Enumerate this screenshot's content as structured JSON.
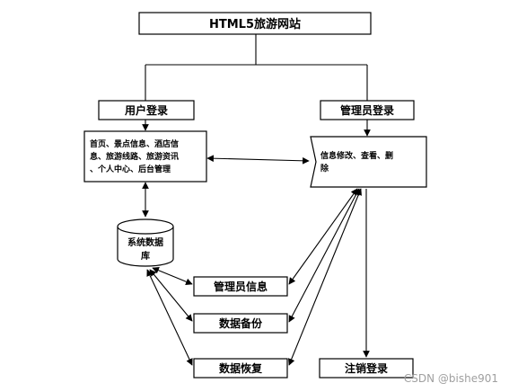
{
  "nodes": {
    "root": "HTML5旅游网站",
    "user_login": "用户登录",
    "admin_login": "管理员登录",
    "user_features_line1": "首页、景点信息、酒店信",
    "user_features_line2": "息、旅游线路、旅游资讯",
    "user_features_line3": "、个人中心、后台管理",
    "admin_ops_line1": "信息修改、查看、删",
    "admin_ops_line2": "除",
    "database_line1": "系统数据",
    "database_line2": "库",
    "admin_info": "管理员信息",
    "data_backup": "数据备份",
    "data_restore": "数据恢复",
    "logout": "注销登录"
  },
  "watermark": "CSDN @bishe901",
  "colors": {
    "stroke": "#000000",
    "fill": "#ffffff",
    "watermark": "#a0a0a0"
  }
}
